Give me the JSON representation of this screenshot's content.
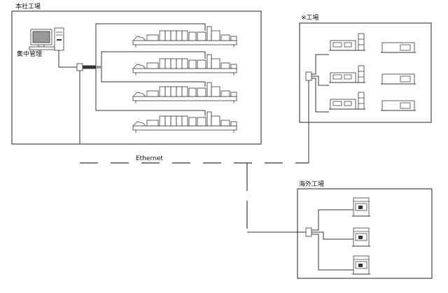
{
  "groups": {
    "head_factory": {
      "label": "本社工場"
    },
    "other_factory": {
      "label": "※工場"
    },
    "overseas_factory": {
      "label": "海外工場"
    }
  },
  "central": {
    "label": "集中管理"
  },
  "network": {
    "label": "Ethernet"
  }
}
